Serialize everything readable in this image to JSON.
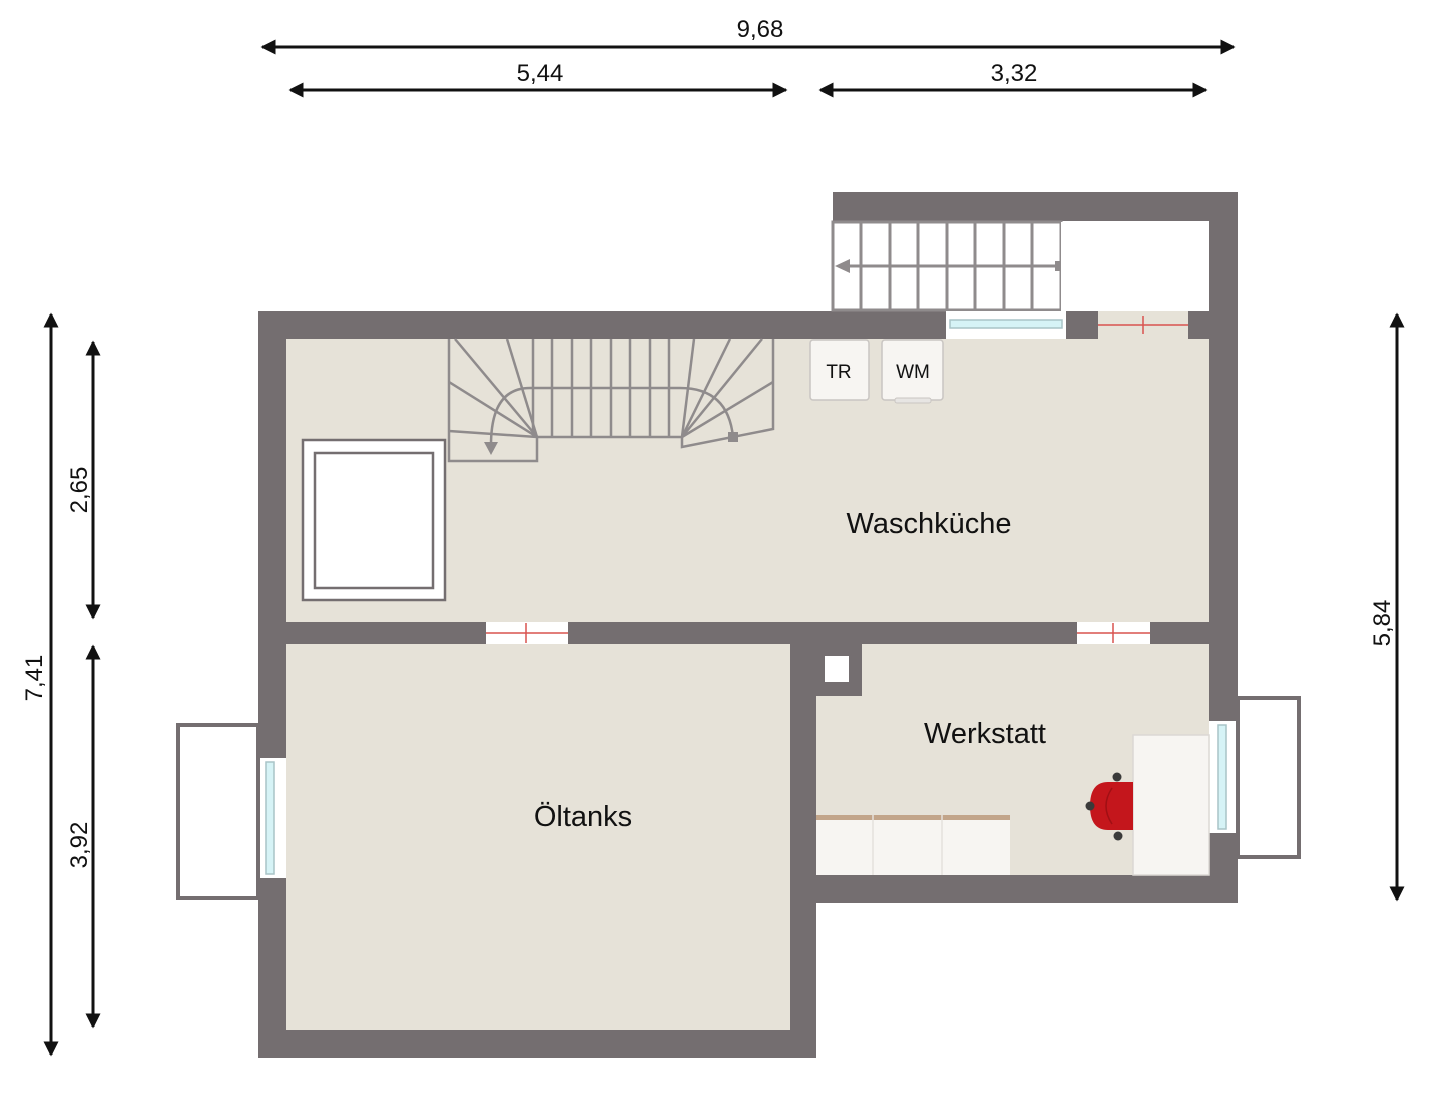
{
  "floor_plan": {
    "colors": {
      "wall": "#746e70",
      "floor": "#e6e2d8",
      "stair_line": "#8f8b8c",
      "door_swing": "#d9534f",
      "window_glass": "#d6f3f6",
      "chair_red": "#c4161c",
      "dimension_line": "#111111",
      "furniture": "#f7f5f2",
      "worktop_edge": "#c2a58a"
    },
    "dimensions": {
      "top_total": "9,68",
      "top_left": "5,44",
      "top_right": "3,32",
      "left_total": "7,41",
      "left_upper": "2,65",
      "left_lower": "3,92",
      "right_total": "5,84"
    },
    "rooms": {
      "waschkueche": "Waschküche",
      "oeltanks": "Öltanks",
      "werkstatt": "Werkstatt"
    },
    "appliances": {
      "dryer": "TR",
      "washing_machine": "WM"
    }
  }
}
